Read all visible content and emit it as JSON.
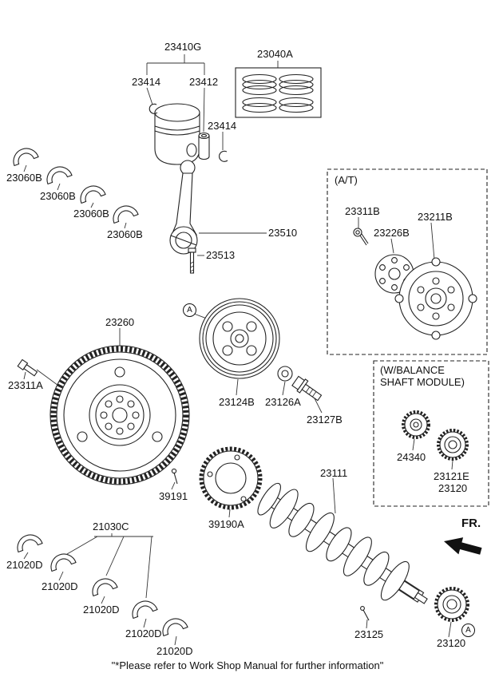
{
  "page": {
    "footnote": "\"*Please refer to Work Shop Manual for further information\"",
    "fr_label": "FR.",
    "ref_marker": "A"
  },
  "groups": {
    "at_title": "(A/T)",
    "balance_title_line1": "(W/BALANCE",
    "balance_title_line2": "SHAFT MODULE)"
  },
  "parts": {
    "piston_kit": "23410G",
    "piston_snap_ring_left": "23414",
    "piston_pin": "23412",
    "piston_ring_set": "23040A",
    "piston_snap_ring_right": "23414",
    "rod_bearings": [
      "23060B",
      "23060B",
      "23060B",
      "23060B"
    ],
    "connecting_rod": "23510",
    "connecting_rod_bolt": "23513",
    "at_bolt": "23311B",
    "at_adapter_plate": "23226B",
    "at_drive_plate": "23211B",
    "flywheel": "23260",
    "flywheel_bolt": "23311A",
    "crankshaft_pulley": "23124B",
    "pulley_washer": "23126A",
    "pulley_bolt": "23127B",
    "balance_shaft_sprocket": "24340",
    "balance_crank_sprocket_key": "23121E",
    "balance_crank_sprocket": "23120",
    "tone_wheel_pin": "39191",
    "tone_wheel": "39190A",
    "crankshaft": "23111",
    "main_bearing_set": "21030C",
    "main_bearings": [
      "21020D",
      "21020D",
      "21020D",
      "21020D",
      "21020D"
    ],
    "crankshaft_pin": "23125",
    "crankshaft_sprocket": "23120"
  }
}
